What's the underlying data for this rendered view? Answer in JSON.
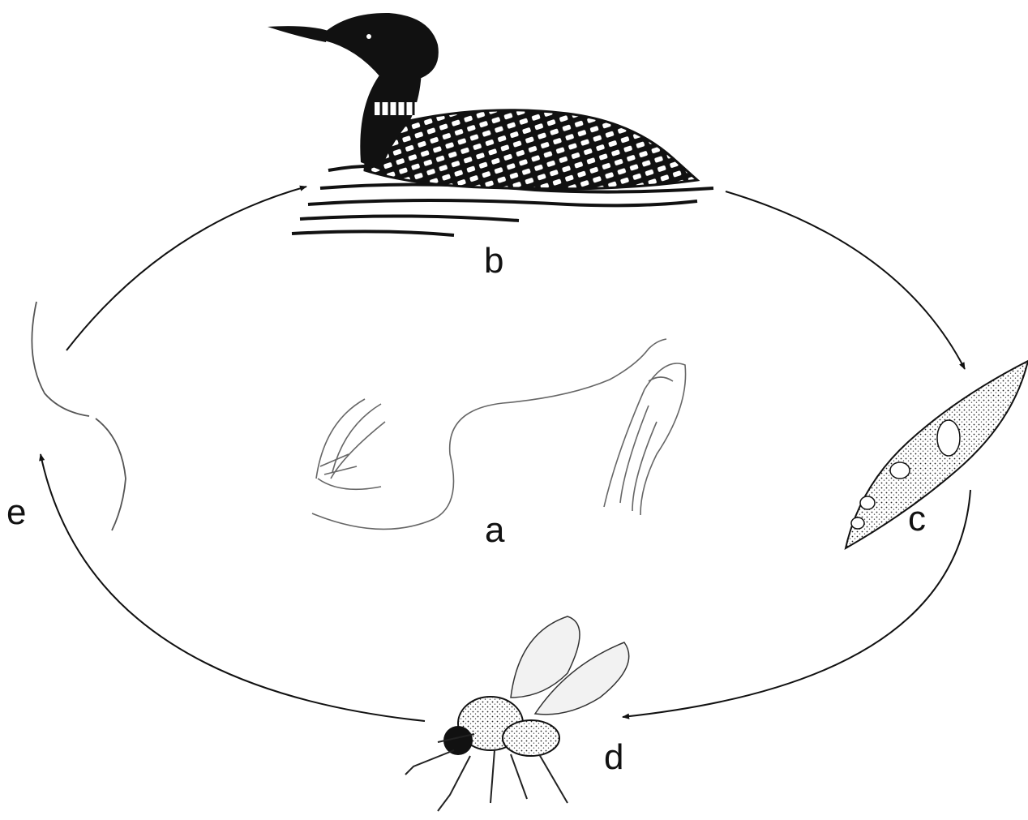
{
  "labels": {
    "a": "a",
    "b": "b",
    "c": "c",
    "d": "d",
    "e": "e"
  },
  "colors": {
    "ink": "#111111",
    "paper": "#ffffff"
  }
}
